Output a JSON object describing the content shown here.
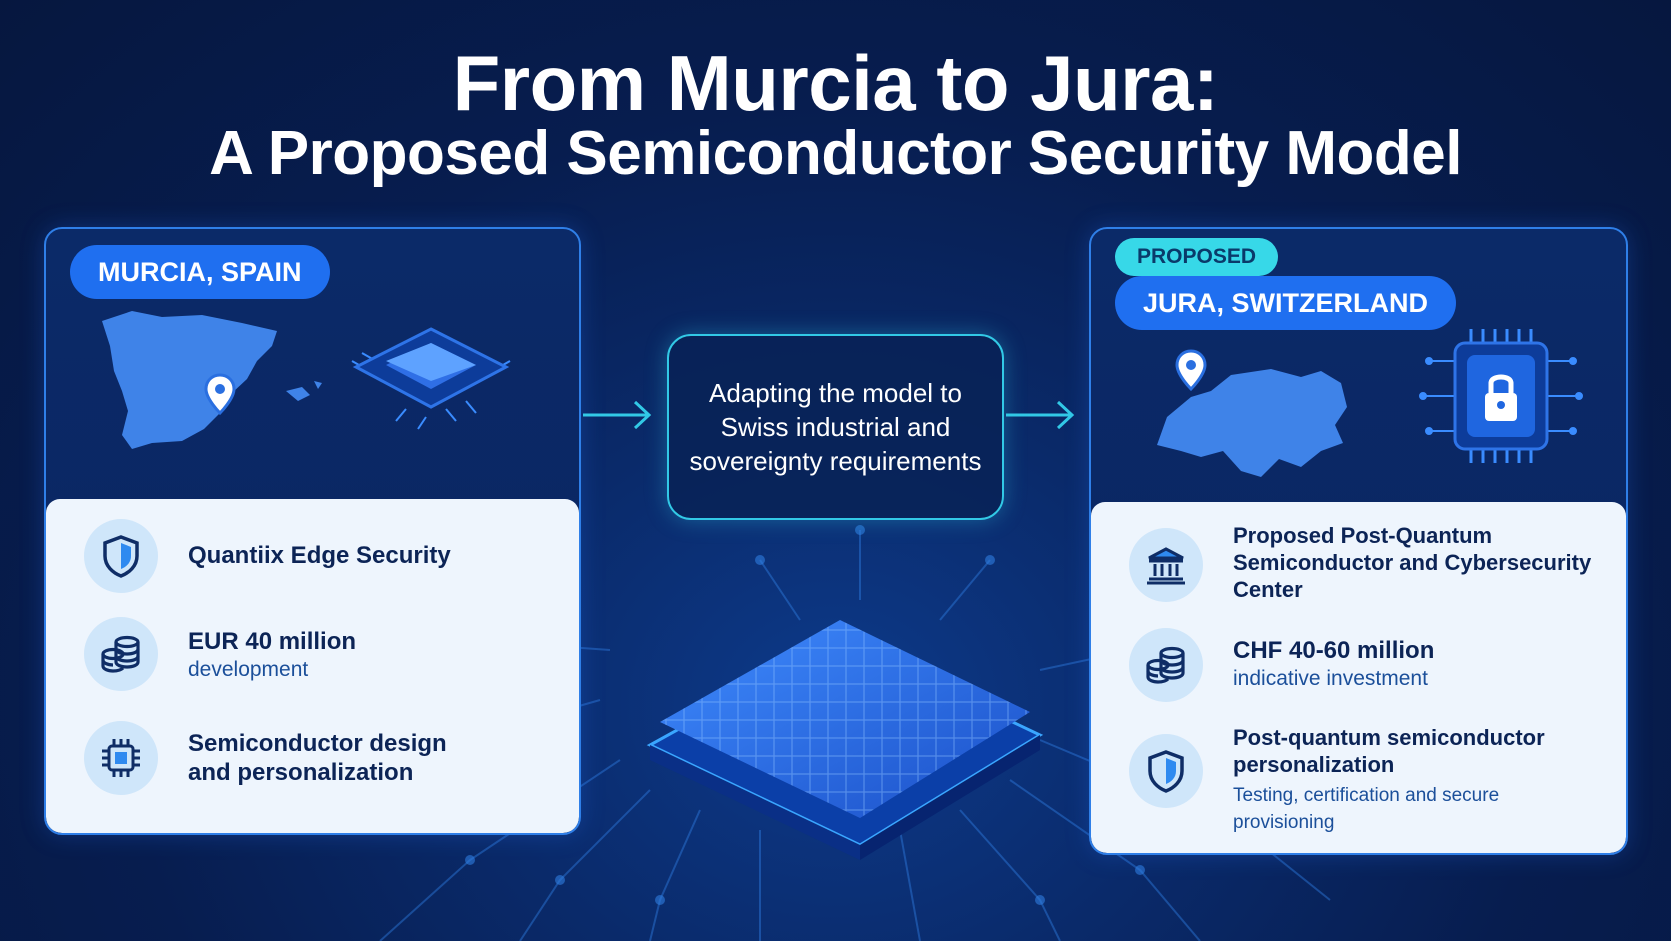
{
  "title": {
    "line1": "From Murcia to Jura:",
    "line2": "A Proposed Semiconductor Security Model"
  },
  "left_panel": {
    "location": "MURCIA, SPAIN",
    "features": [
      {
        "icon": "shield-icon",
        "title": "Quantiix Edge Security",
        "subtitle": ""
      },
      {
        "icon": "coins-icon",
        "title": "EUR 40 million",
        "subtitle": "development"
      },
      {
        "icon": "chip-icon",
        "title": "Semiconductor design and personalization",
        "subtitle": ""
      }
    ]
  },
  "center": {
    "text": "Adapting the model to Swiss industrial and sovereignty requirements"
  },
  "right_panel": {
    "badge": "PROPOSED",
    "location": "JURA, SWITZERLAND",
    "features": [
      {
        "icon": "institution-icon",
        "title": "Proposed Post-Quantum Semiconductor and Cybersecurity Center",
        "subtitle": ""
      },
      {
        "icon": "coins-icon",
        "title": "CHF 40-60 million",
        "subtitle": "indicative investment"
      },
      {
        "icon": "shield-icon",
        "title": "Post-quantum semiconductor personalization",
        "subtitle": "Testing, certification and secure provisioning"
      }
    ]
  },
  "colors": {
    "background": "#071d4f",
    "accent_blue": "#1f6ff0",
    "accent_cyan": "#32c9e6",
    "card_bg": "#eef5fd",
    "text_dark": "#0c2456"
  }
}
